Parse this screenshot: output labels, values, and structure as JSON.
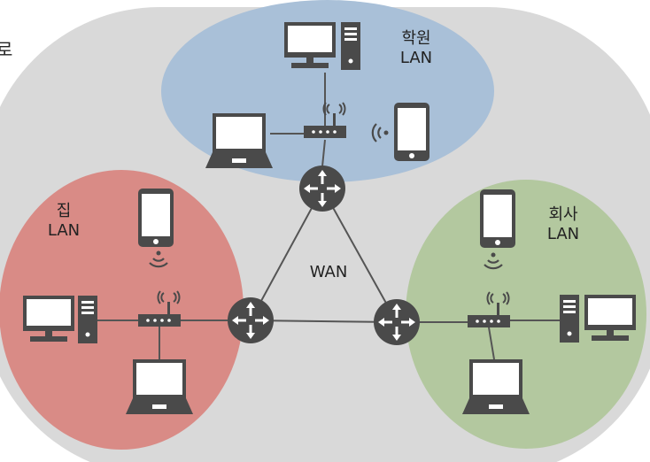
{
  "edge_text": "로",
  "wan_label": "WAN",
  "lans": {
    "school": {
      "name": "학원",
      "net": "LAN",
      "color": "#a9c0d8"
    },
    "home": {
      "name": "집",
      "net": "LAN",
      "color": "#d98b86"
    },
    "office": {
      "name": "회사",
      "net": "LAN",
      "color": "#b3c89f"
    }
  },
  "colors": {
    "wan_bg": "#d9d9d9",
    "device": "#4a4a4a",
    "screen": "#ffffff",
    "line": "#555555"
  },
  "icons": [
    "router-icon",
    "desktop-icon",
    "laptop-icon",
    "smartphone-icon",
    "wireless-ap-icon",
    "wifi-signal-icon"
  ]
}
